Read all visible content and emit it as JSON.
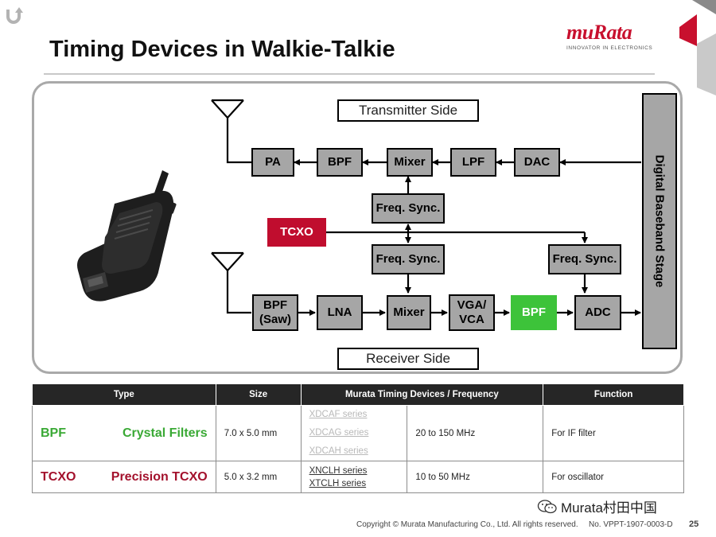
{
  "title": "Timing Devices in Walkie-Talkie",
  "logo": {
    "word": "muRata",
    "tagline": "INNOVATOR IN ELECTRONICS"
  },
  "diagram": {
    "transmitter_label": "Transmitter Side",
    "receiver_label": "Receiver Side",
    "baseband_label": "Digital Baseband Stage",
    "tx": {
      "pa": "PA",
      "bpf": "BPF",
      "mixer": "Mixer",
      "lpf": "LPF",
      "dac": "DAC",
      "freq_sync": "Freq. Sync."
    },
    "tcxo": "TCXO",
    "rx": {
      "freq_sync_mixer": "Freq. Sync.",
      "freq_sync_adc": "Freq. Sync.",
      "bpf_saw_line1": "BPF",
      "bpf_saw_line2": "(Saw)",
      "lna": "LNA",
      "mixer": "Mixer",
      "vga_line1": "VGA/",
      "vga_line2": "VCA",
      "bpf": "BPF",
      "adc": "ADC"
    }
  },
  "table": {
    "headers": [
      "Type",
      "Size",
      "Murata Timing Devices / Frequency",
      "Function"
    ],
    "rows": [
      {
        "type_abbr": "BPF",
        "type_full": "Crystal Filters",
        "size": "7.0 x 5.0 mm",
        "series": [
          "XDCAF series",
          "XDCAG series",
          "XDCAH series"
        ],
        "frequency": "20 to 150 MHz",
        "function": "For IF filter"
      },
      {
        "type_abbr": "TCXO",
        "type_full": "Precision TCXO",
        "size": "5.0 x 3.2 mm",
        "series": [
          "XNCLH series",
          "XTCLH series"
        ],
        "frequency": "10 to 50 MHz",
        "function": "For oscillator"
      }
    ]
  },
  "watermark": "Murata村田中国",
  "footer": {
    "copyright": "Copyright © Murata Manufacturing Co., Ltd. All rights reserved.",
    "doc_no": "No. VPPT-1907-0003-D",
    "page": "25"
  },
  "colors": {
    "brand_red": "#c8102e",
    "tcxo_red": "#c00d2e",
    "bpf_green": "#3dc33a",
    "block_gray": "#a6a6a6"
  }
}
